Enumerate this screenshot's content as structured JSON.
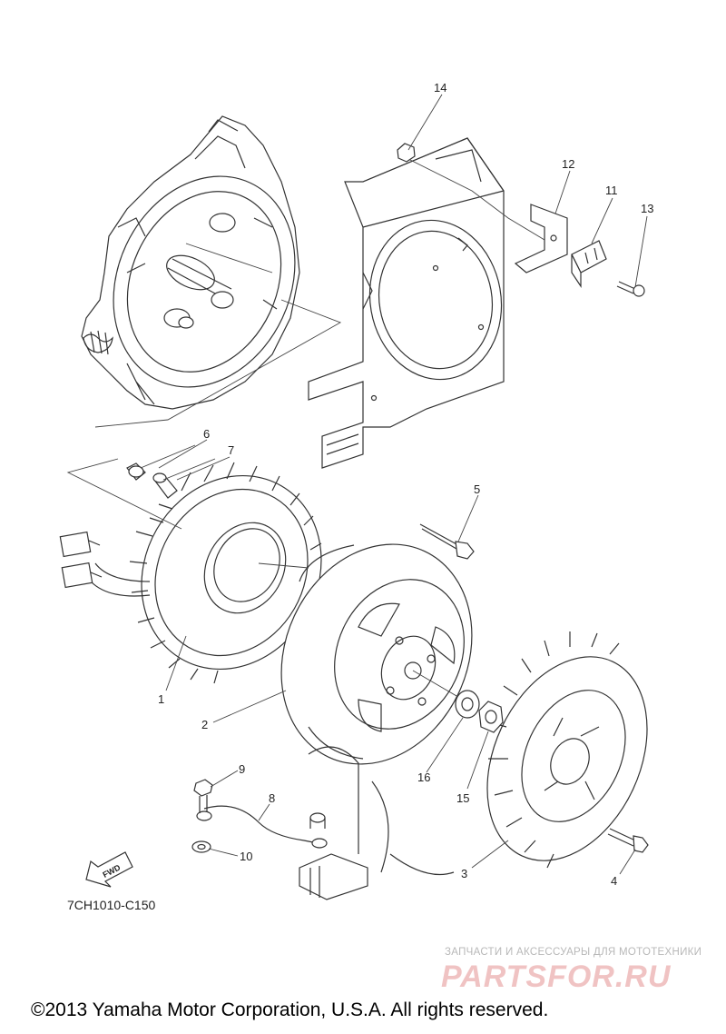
{
  "callouts": [
    "1",
    "2",
    "3",
    "4",
    "5",
    "6",
    "7",
    "8",
    "9",
    "10",
    "11",
    "12",
    "13",
    "14",
    "15",
    "16"
  ],
  "fwd_label": "FWD",
  "diagram_code": "7CH1010-C150",
  "watermark": {
    "tagline": "ЗАПЧАСТИ И АКСЕССУАРЫ ДЛЯ МОТОТЕХНИКИ",
    "brand": "PARTSFOR.RU"
  },
  "copyright": "©2013 Yamaha Motor Corporation, U.S.A. All rights reserved."
}
